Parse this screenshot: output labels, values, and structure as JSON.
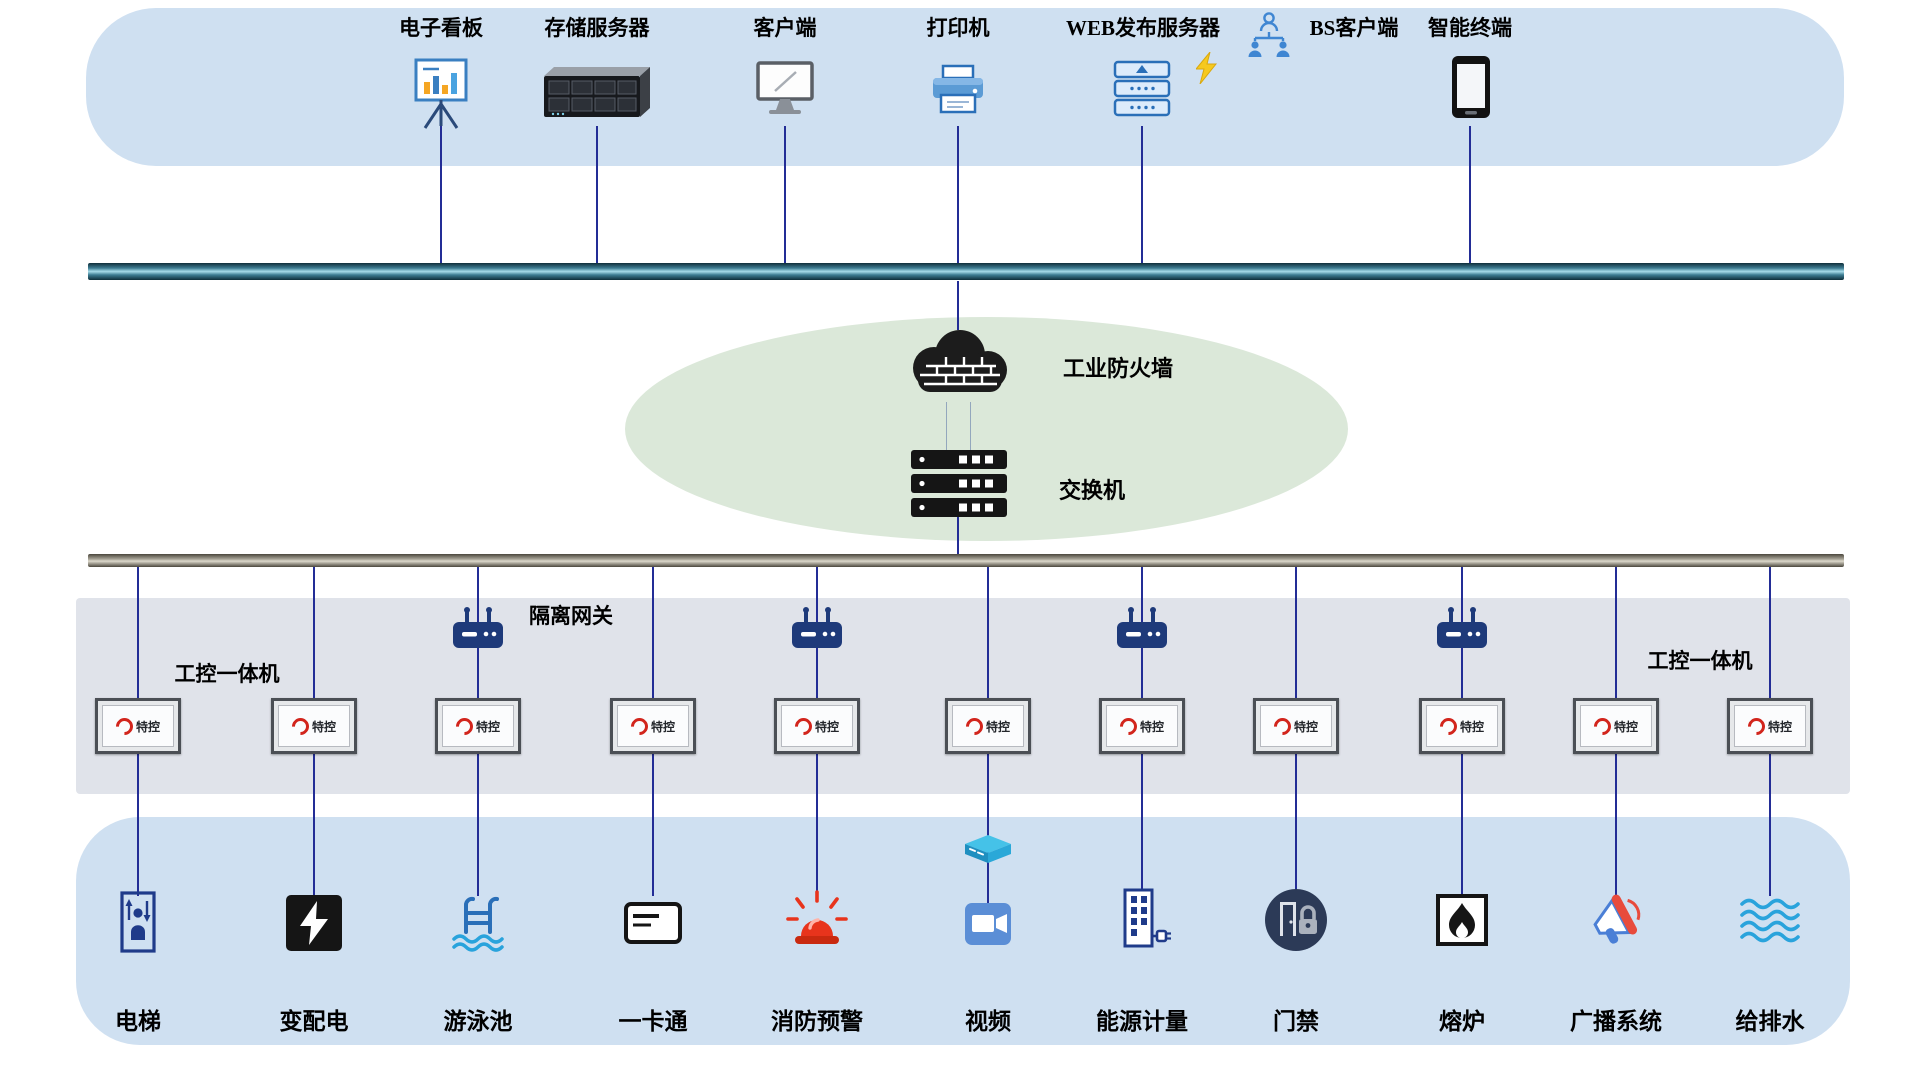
{
  "colors": {
    "connector_line": "#232d96",
    "top_panel_bg": "#cfe0f1",
    "bottom_panel_bg": "#cfe0f1",
    "dmz_ellipse_bg": "#dbe8d9",
    "control_band_bg": "#e0e3ea",
    "top_bus_teal": "#3d7c92",
    "control_bus_gray": "#a9a598",
    "device_blue": "#2a6fb8",
    "alert_red": "#e8341c",
    "brand_red": "#d2251c",
    "navy": "#1e3a7a"
  },
  "top_panel": {
    "devices": [
      {
        "label": "电子看板",
        "icon": "kanban-board-icon"
      },
      {
        "label": "存储服务器",
        "icon": "storage-server-icon"
      },
      {
        "label": "客户端",
        "icon": "client-monitor-icon"
      },
      {
        "label": "打印机",
        "icon": "printer-icon"
      },
      {
        "label": "WEB发布服务器",
        "icon": "web-server-icon"
      },
      {
        "label": "BS客户端",
        "icon": "bs-client-icon"
      },
      {
        "label": "智能终端",
        "icon": "tablet-icon"
      }
    ]
  },
  "dmz": {
    "firewall_label": "工业防火墙",
    "switch_label": "交换机"
  },
  "control_band": {
    "gateway_label": "隔离网关",
    "ipc_left_label": "工控一体机",
    "ipc_right_label": "工控一体机",
    "monitor_brand": "特控",
    "monitor_count": 11,
    "gateway_count": 4
  },
  "bottom_panel": {
    "systems": [
      {
        "label": "电梯",
        "icon": "elevator-icon"
      },
      {
        "label": "变配电",
        "icon": "power-distribution-icon"
      },
      {
        "label": "游泳池",
        "icon": "swimming-pool-icon"
      },
      {
        "label": "一卡通",
        "icon": "card-icon"
      },
      {
        "label": "消防预警",
        "icon": "fire-alarm-icon"
      },
      {
        "label": "视频",
        "icon": "video-camera-icon"
      },
      {
        "label": "能源计量",
        "icon": "energy-meter-icon"
      },
      {
        "label": "门禁",
        "icon": "access-control-icon"
      },
      {
        "label": "熔炉",
        "icon": "furnace-icon"
      },
      {
        "label": "广播系统",
        "icon": "broadcast-icon"
      },
      {
        "label": "给排水",
        "icon": "water-waves-icon"
      }
    ]
  }
}
